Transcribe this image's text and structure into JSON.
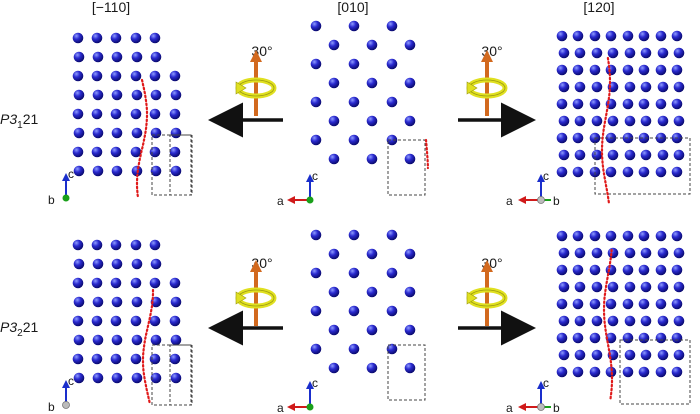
{
  "headers": {
    "left": "[−110]",
    "center": "[010]",
    "right": "[120]"
  },
  "rows": [
    {
      "label_main": "P3",
      "label_sub": "1",
      "label_tail": "21"
    },
    {
      "label_main": "P3",
      "label_sub": "2",
      "label_tail": "21"
    }
  ],
  "rotation_angle": "30°",
  "axes": {
    "a": "a",
    "b": "b",
    "c": "c"
  },
  "colors": {
    "atom": "#1a1ab8",
    "atom_highlight": "#7f8cff",
    "helix_dots": "#e01a1a",
    "unit_cell": "#444444",
    "arrow_shaft": "#d2691e",
    "arrow_ring": "#e0e020",
    "axis_c": "#1a2ecc",
    "axis_a": "#d01a1a",
    "axis_b": "#1aa01a"
  },
  "icons": [
    "rotation-arrow-icon",
    "direction-arrow-icon",
    "axis-triad-icon"
  ]
}
